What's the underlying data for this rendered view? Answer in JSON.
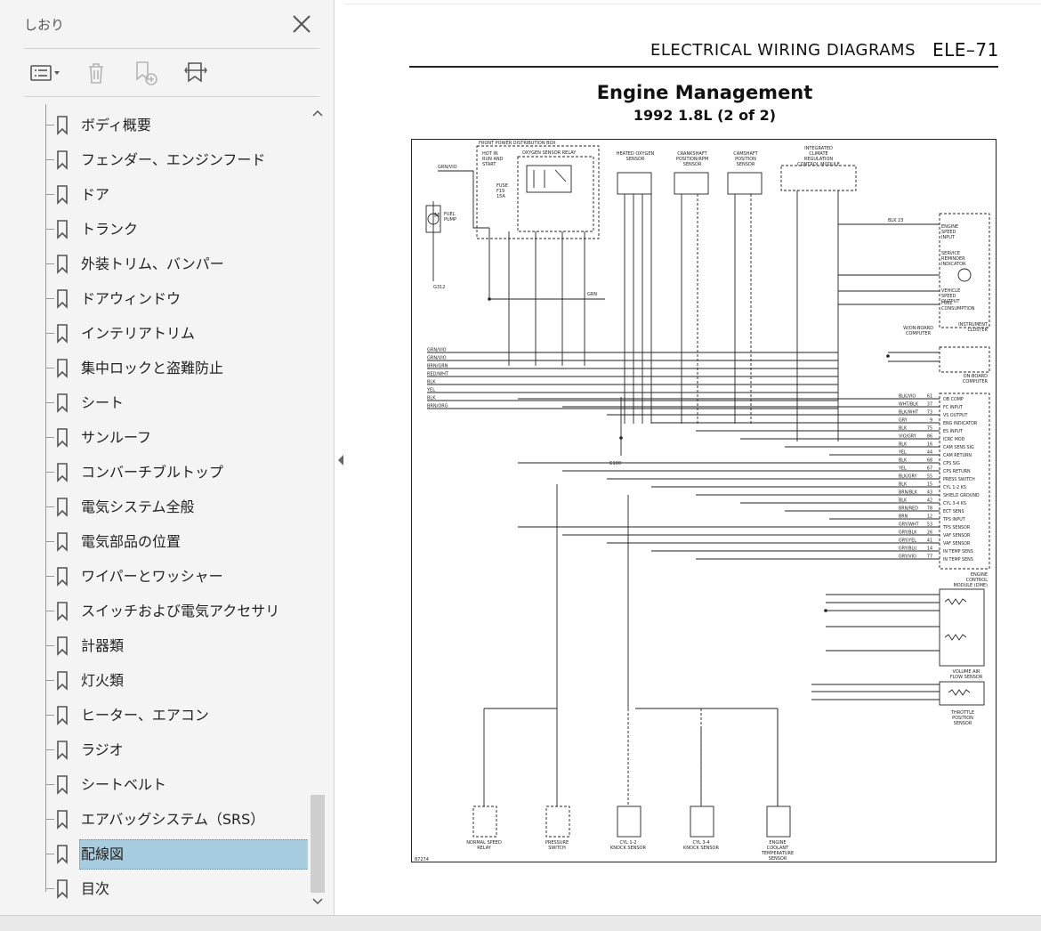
{
  "panel": {
    "title": "しおり",
    "bookmarks": [
      {
        "label": "ボディ概要"
      },
      {
        "label": "フェンダー、エンジンフード"
      },
      {
        "label": "ドア"
      },
      {
        "label": "トランク"
      },
      {
        "label": "外装トリム、バンパー"
      },
      {
        "label": "ドアウィンドウ"
      },
      {
        "label": "インテリアトリム"
      },
      {
        "label": "集中ロックと盗難防止"
      },
      {
        "label": "シート"
      },
      {
        "label": "サンルーフ"
      },
      {
        "label": "コンバーチブルトップ"
      },
      {
        "label": "電気システム全般"
      },
      {
        "label": "電気部品の位置"
      },
      {
        "label": "ワイパーとワッシャー"
      },
      {
        "label": "スイッチおよび電気アクセサリ"
      },
      {
        "label": "計器類"
      },
      {
        "label": "灯火類"
      },
      {
        "label": "ヒーター、エアコン"
      },
      {
        "label": "ラジオ"
      },
      {
        "label": "シートベルト"
      },
      {
        "label": "エアバッグシステム（SRS）"
      },
      {
        "label": "配線図",
        "selected": true
      },
      {
        "label": "目次"
      }
    ]
  },
  "document": {
    "header_left": "ELECTRICAL WIRING DIAGRAMS",
    "header_right": "ELE–71",
    "title": "Engine Management",
    "subtitle": "1992 1.8L (2 of 2)",
    "diagram": {
      "figure_id": "87274",
      "components": {
        "fpdb": "FRONT POWER DISTRIBUTION BOX",
        "hot_in_run": "HOT IN RUN AND START",
        "fuse": "FUSE F19 15A",
        "o2_relay": "OXYGEN SENSOR RELAY",
        "fuel_pump": "FUEL PUMP",
        "g312": "G312",
        "heated_o2": "HEATED OXYGEN SENSOR",
        "crank": "CRANKSHAFT POSITION/RPM SENSOR",
        "cam": "CAMSHAFT POSITION SENSOR",
        "iccm": "INTEGRATED CLIMATE REGULATION CONTROL MODULE",
        "speed_input": "ENGINE SPEED INPUT",
        "service": "SERVICE REMINDER INDICATOR",
        "vss_out": "VEHICLE SPEED OUTPUT",
        "fuel_cons": "FUEL CONSUMPTION",
        "instrument": "INSTRUMENT CLUSTER",
        "obc_w": "W/ON-BOARD COMPUTER",
        "obc": "ON-BOARD COMPUTER",
        "dme": "ENGINE CONTROL MODULE (DME)",
        "vaf": "VOLUME AIR FLOW SENSOR",
        "tps": "THROTTLE POSITION SENSOR",
        "g100": "G100",
        "relay": "NORMAL SPEED RELAY",
        "pressure": "PRESSURE SWITCH",
        "knock12": "CYL 1-2 KNOCK SENSOR",
        "knock34": "CYL 3-4 KNOCK SENSOR",
        "ect": "ENGINE COOLANT TEMPERATURE SENSOR"
      },
      "left_wires": [
        "GRN/VIO",
        "GRN/VIO",
        "BRN/GRN",
        "RED/WHT",
        "BLK",
        "YEL",
        "BLK",
        "BRN/ORG"
      ],
      "dme_pins": [
        {
          "wire": "BLK/VIO",
          "pin": "61",
          "func": "OB COMP"
        },
        {
          "wire": "WHT/BLK",
          "pin": "37",
          "func": "FC INPUT"
        },
        {
          "wire": "BLK/WHT",
          "pin": "73",
          "func": "VS OUTPUT"
        },
        {
          "wire": "GRY",
          "pin": "9",
          "func": "ENG INDICATOR"
        },
        {
          "wire": "BLK",
          "pin": "75",
          "func": "ES INPUT"
        },
        {
          "wire": "VIO/GRY",
          "pin": "86",
          "func": "ICRC MOD"
        },
        {
          "wire": "BLK",
          "pin": "16",
          "func": "CAM SENS SIG"
        },
        {
          "wire": "YEL",
          "pin": "44",
          "func": "CAM RETURN"
        },
        {
          "wire": "BLK",
          "pin": "68",
          "func": "CPS SIG"
        },
        {
          "wire": "YEL",
          "pin": "67",
          "func": "CPS RETURN"
        },
        {
          "wire": "BLK/GRY",
          "pin": "55",
          "func": "PRESS SWITCH"
        },
        {
          "wire": "BLK",
          "pin": "15",
          "func": "CYL 1-2 KS"
        },
        {
          "wire": "BRN/BLK",
          "pin": "43",
          "func": "SHIELD GROUND"
        },
        {
          "wire": "BLK",
          "pin": "42",
          "func": "CYL 3-4 KS"
        },
        {
          "wire": "BRN/RED",
          "pin": "78",
          "func": "ECT SENS"
        },
        {
          "wire": "BRN",
          "pin": "12",
          "func": "TPS INPUT"
        },
        {
          "wire": "GRY/WHT",
          "pin": "53",
          "func": "TPS SENSOR"
        },
        {
          "wire": "GRY/BLK",
          "pin": "26",
          "func": "VAF SENSOR"
        },
        {
          "wire": "GRY/YEL",
          "pin": "41",
          "func": "VAF SENSOR"
        },
        {
          "wire": "GRY/BLU",
          "pin": "14",
          "func": "IN TEMP SENS"
        },
        {
          "wire": "GRY/VIO",
          "pin": "77",
          "func": "IN TEMP SENS"
        }
      ]
    }
  }
}
